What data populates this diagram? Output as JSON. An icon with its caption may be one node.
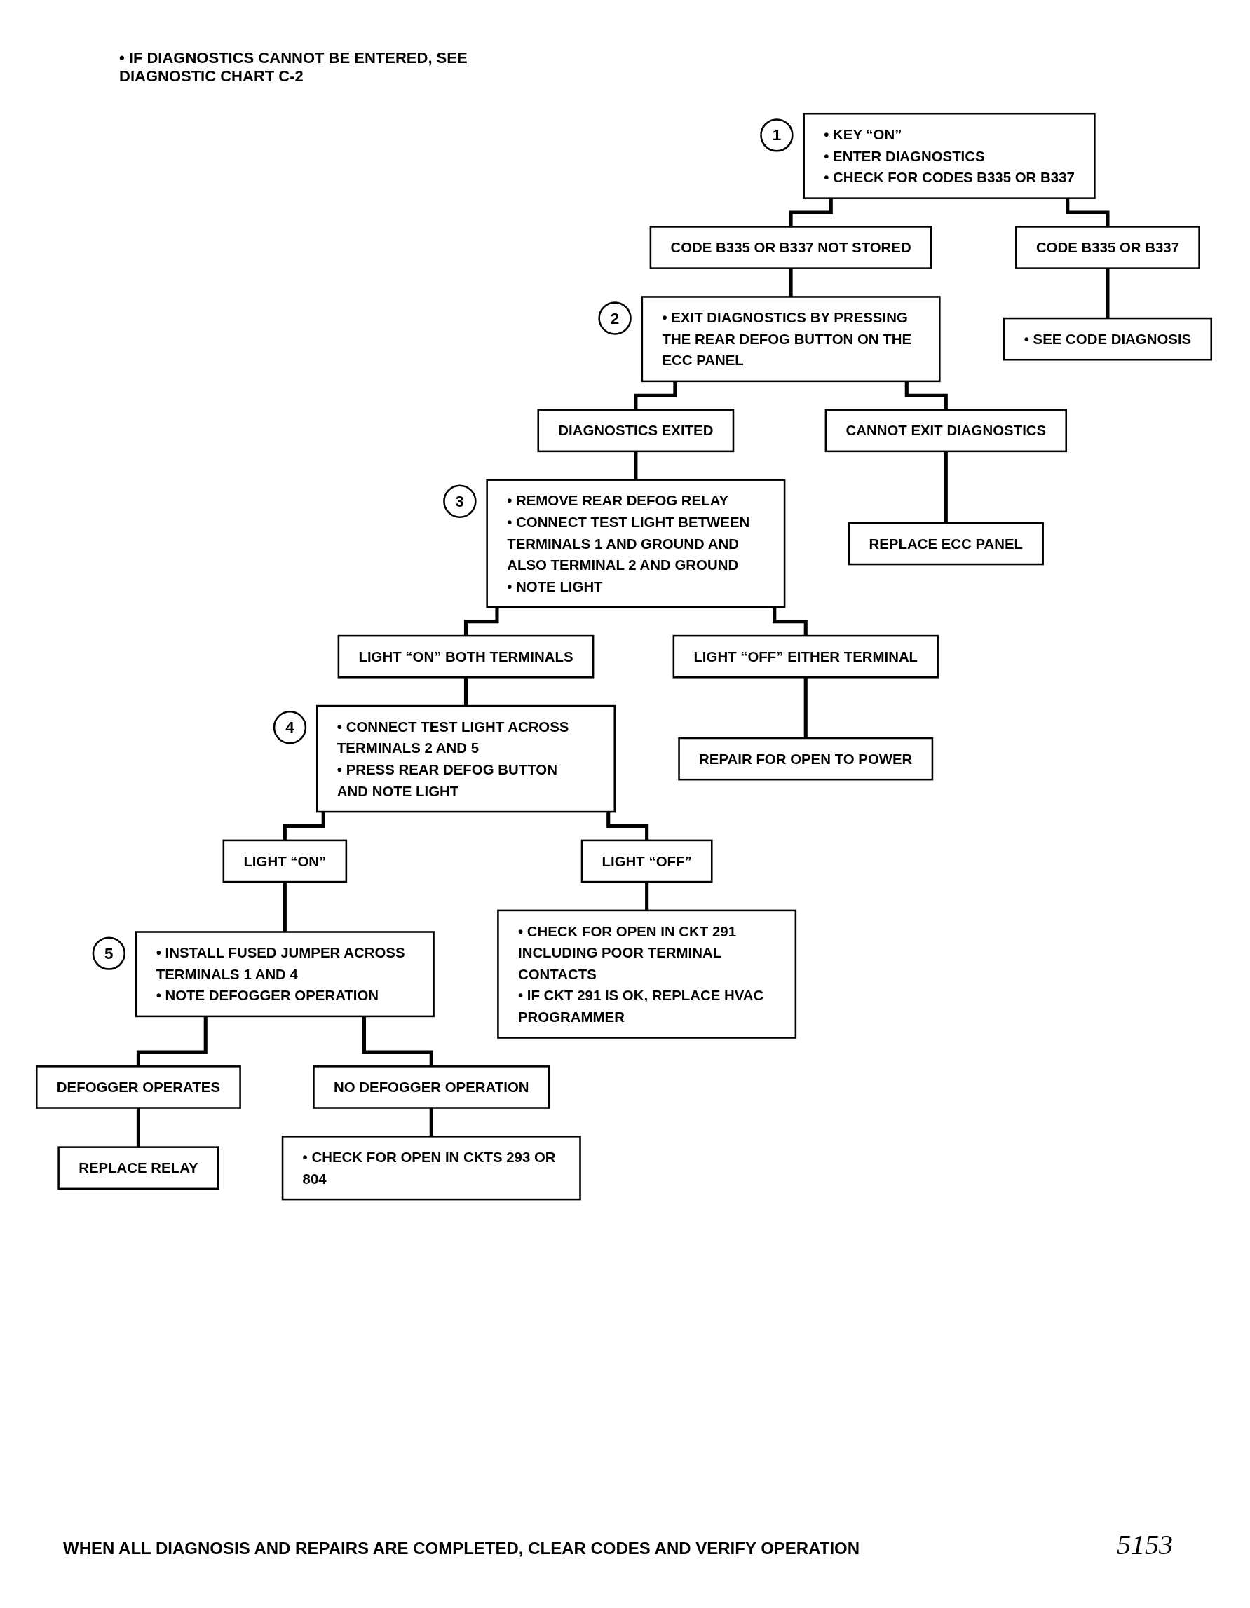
{
  "diagram": {
    "nodes": [
      {
        "text": [
          "• KEY “ON”",
          "• ENTER DIAGNOSTICS",
          "• CHECK FOR CODES B335 OR B337"
        ],
        "beside": [
          "1"
        ]
      },
      {
        "text": [
          "CODE B335 OR B337"
        ]
      },
      {
        "text": [
          "• SEE CODE DIAGNOSIS"
        ]
      },
      {
        "text": [
          "CODE B335 OR B337 NOT STORED"
        ]
      },
      {
        "text": [
          "• EXIT DIAGNOSTICS BY PRESSING THE REAR DEFOG BUTTON ON THE ECC PANEL"
        ],
        "beside": [
          "2"
        ]
      },
      {
        "text": [
          "DIAGNOSTICS EXITED"
        ]
      },
      {
        "text": [
          "CANNOT EXIT DIAGNOSTICS"
        ]
      },
      {
        "text": [
          "REPLACE ECC PANEL"
        ]
      },
      {
        "text": [
          "• REMOVE REAR DEFOG RELAY",
          "• CONNECT TEST LIGHT BETWEEN TERMINALS 1 AND GROUND AND ALSO TERMINAL 2 AND GROUND",
          "• NOTE LIGHT"
        ],
        "beside": [
          "3"
        ]
      },
      {
        "text": [
          "LIGHT “ON” BOTH TERMINALS"
        ]
      },
      {
        "text": [
          "LIGHT “OFF” EITHER TERMINAL"
        ]
      },
      {
        "text": [
          "REPAIR FOR OPEN TO POWER"
        ]
      },
      {
        "text": [
          "• CONNECT TEST LIGHT ACROSS TERMINALS 2 AND 5",
          "• PRESS REAR DEFOG BUTTON AND NOTE LIGHT"
        ],
        "beside": [
          "4"
        ]
      },
      {
        "text": [
          "LIGHT “ON”"
        ]
      },
      {
        "text": [
          "LIGHT “OFF”"
        ]
      },
      {
        "text": [
          "• INSTALL FUSED JUMPER ACROSS TERMINALS 1 AND 4",
          "• NOTE DEFOGGER OPERATION"
        ],
        "beside": [
          "5"
        ]
      },
      {
        "text": [
          "• CHECK FOR OPEN IN CKT 291 INCLUDING POOR TERMINAL CONTACTS",
          "• IF CKT 291 IS OK, REPLACE HVAC PROGRAMMER"
        ]
      },
      {
        "text": [
          "DEFOGGER OPERATES"
        ]
      },
      {
        "text": [
          "NO DEFOGGER OPERATION"
        ]
      },
      {
        "text": [
          "REPLACE RELAY"
        ]
      },
      {
        "text": [
          "• CHECK FOR OPEN IN CKTS 293 OR 804"
        ]
      }
    ],
    "edges": [
      {
        "from": 0,
        "to": 3,
        "arrow": "none"
      },
      {
        "from": 0,
        "to": 1,
        "arrow": "none"
      },
      {
        "from": 1,
        "to": 2,
        "arrow": "none"
      },
      {
        "from": 3,
        "to": 4,
        "arrow": "none"
      },
      {
        "from": 4,
        "to": 5,
        "arrow": "none"
      },
      {
        "from": 4,
        "to": 6,
        "arrow": "none"
      },
      {
        "from": 6,
        "to": 7,
        "arrow": "none"
      },
      {
        "from": 5,
        "to": 8,
        "arrow": "none"
      },
      {
        "from": 8,
        "to": 9,
        "arrow": "none"
      },
      {
        "from": 8,
        "to": 10,
        "arrow": "none"
      },
      {
        "from": 10,
        "to": 11,
        "arrow": "none"
      },
      {
        "from": 9,
        "to": 12,
        "arrow": "none"
      },
      {
        "from": 12,
        "to": 13,
        "arrow": "none"
      },
      {
        "from": 12,
        "to": 14,
        "arrow": "none"
      },
      {
        "from": 13,
        "to": 15,
        "arrow": "none"
      },
      {
        "from": 14,
        "to": 16,
        "arrow": "none"
      },
      {
        "from": 15,
        "to": 17,
        "arrow": "none"
      },
      {
        "from": 15,
        "to": 18,
        "arrow": "none"
      },
      {
        "from": 17,
        "to": 19,
        "arrow": "none"
      },
      {
        "from": 18,
        "to": 20,
        "arrow": "none"
      }
    ],
    "labels": [
      "• IF DIAGNOSTICS CANNOT BE ENTERED, SEE DIAGNOSTIC CHART C-2",
      "WHEN ALL DIAGNOSIS AND REPAIRS ARE COMPLETED, CLEAR CODES AND VERIFY OPERATION",
      "5153"
    ]
  }
}
